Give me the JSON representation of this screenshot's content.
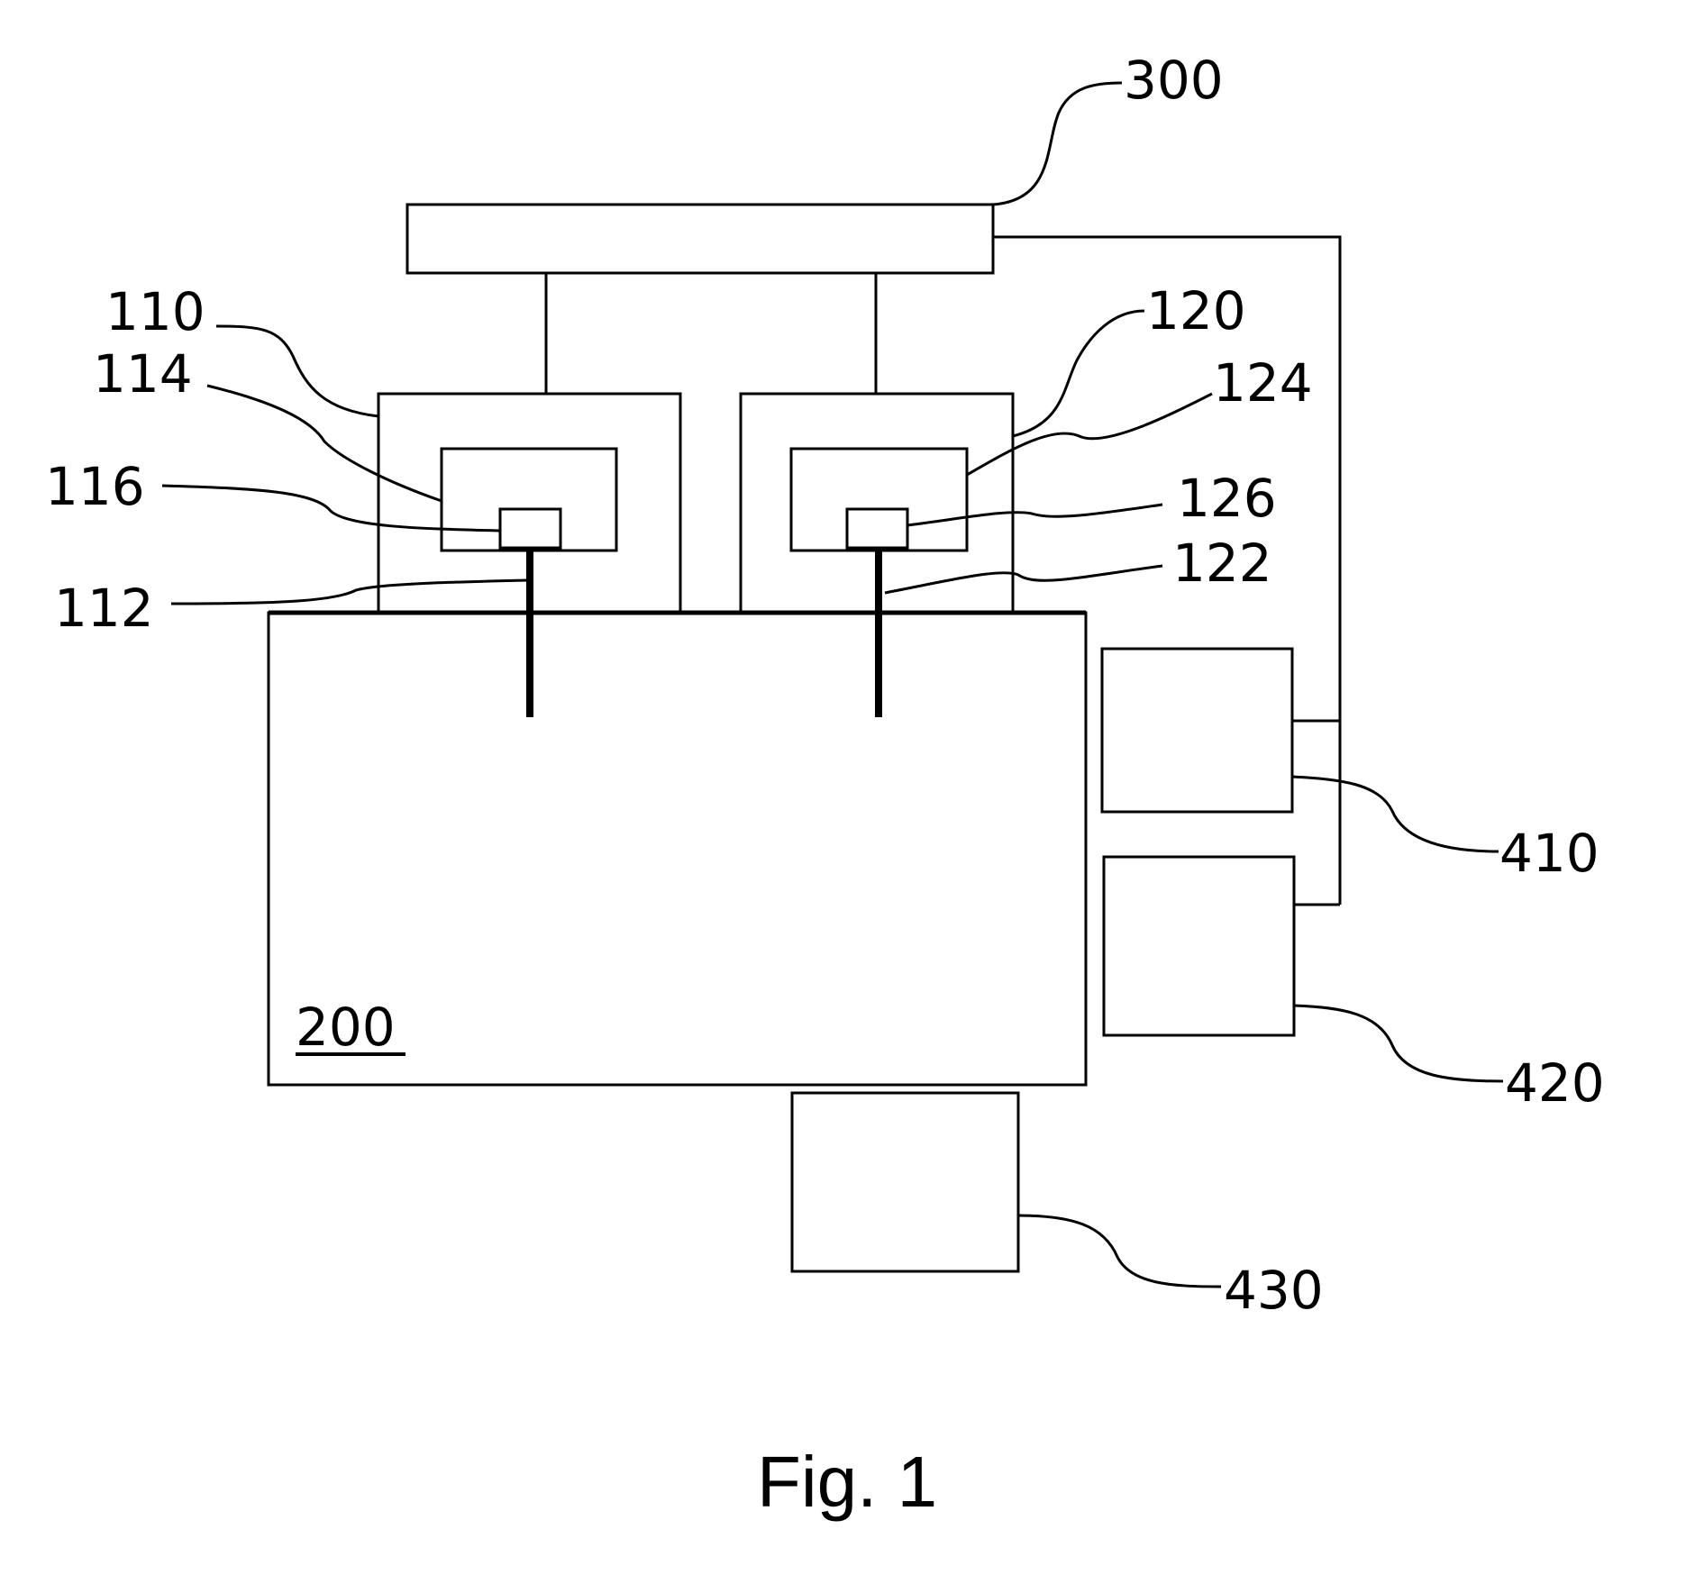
{
  "labels": {
    "controller": "300",
    "unit_a": "110",
    "unit_a_housing": "114",
    "unit_a_element": "116",
    "unit_a_probe": "112",
    "unit_b": "120",
    "unit_b_housing": "124",
    "unit_b_element": "126",
    "unit_b_probe": "122",
    "chamber": "200",
    "device_1": "410",
    "device_2": "420",
    "device_3": "430"
  },
  "caption": "Fig. 1"
}
